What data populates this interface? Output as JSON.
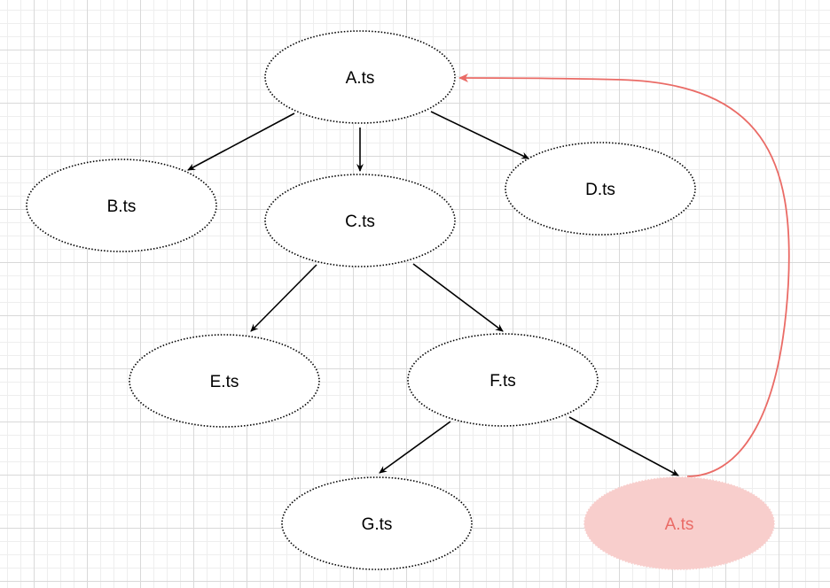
{
  "diagram": {
    "nodes": [
      {
        "id": "a-top",
        "label": "A.ts",
        "highlight": false
      },
      {
        "id": "b",
        "label": "B.ts",
        "highlight": false
      },
      {
        "id": "c",
        "label": "C.ts",
        "highlight": false
      },
      {
        "id": "d",
        "label": "D.ts",
        "highlight": false
      },
      {
        "id": "e",
        "label": "E.ts",
        "highlight": false
      },
      {
        "id": "f",
        "label": "F.ts",
        "highlight": false
      },
      {
        "id": "g",
        "label": "G.ts",
        "highlight": false
      },
      {
        "id": "a-cycle",
        "label": "A.ts",
        "highlight": true
      }
    ],
    "edges": [
      {
        "from": "a-top",
        "to": "b"
      },
      {
        "from": "a-top",
        "to": "c"
      },
      {
        "from": "a-top",
        "to": "d"
      },
      {
        "from": "c",
        "to": "e"
      },
      {
        "from": "c",
        "to": "f"
      },
      {
        "from": "f",
        "to": "g"
      },
      {
        "from": "f",
        "to": "a-cycle"
      },
      {
        "from": "a-cycle",
        "to": "a-top",
        "highlight": true
      }
    ],
    "colors": {
      "node_stroke": "#000000",
      "edge": "#000000",
      "highlight_fill": "#f8cecc",
      "highlight_text": "#ea6b66",
      "highlight_edge": "#ea6b66"
    }
  }
}
